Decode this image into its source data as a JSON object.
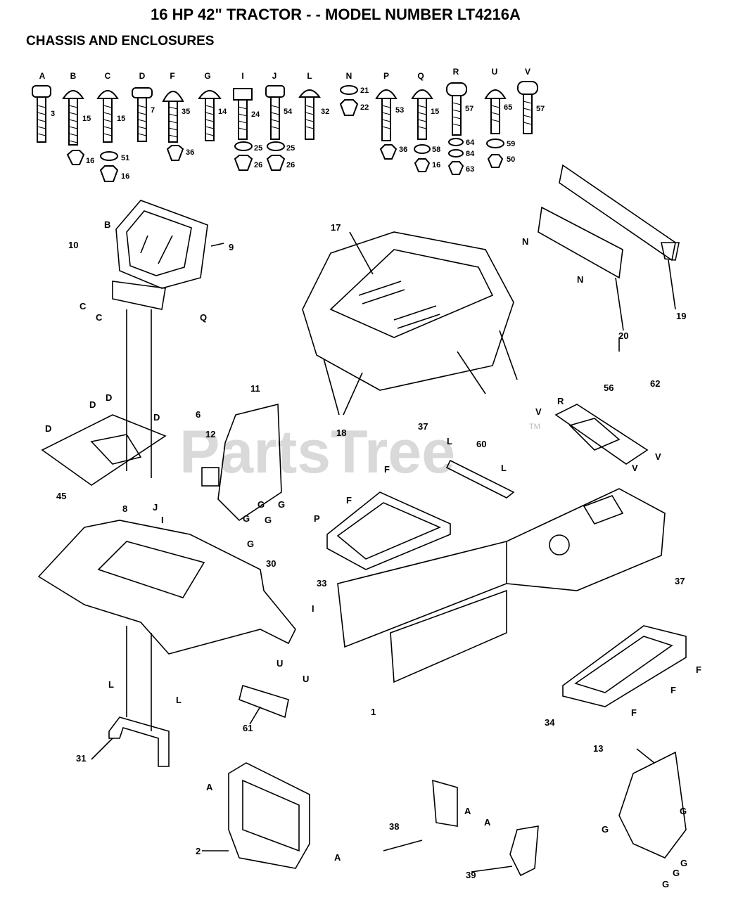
{
  "title": "16 HP 42\" TRACTOR - - MODEL NUMBER LT4216A",
  "subtitle": "CHASSIS AND ENCLOSURES",
  "watermark": "PartsTree",
  "trademark": "TM",
  "hardware": [
    {
      "letter": "A",
      "bolt_num": "3",
      "extras": []
    },
    {
      "letter": "B",
      "bolt_num": "15",
      "extras": [
        "16"
      ]
    },
    {
      "letter": "C",
      "bolt_num": "15",
      "extras": [
        "51",
        "16"
      ]
    },
    {
      "letter": "D",
      "bolt_num": "7",
      "extras": []
    },
    {
      "letter": "F",
      "bolt_num": "35",
      "extras": [
        "36"
      ]
    },
    {
      "letter": "G",
      "bolt_num": "14",
      "extras": []
    },
    {
      "letter": "I",
      "bolt_num": "24",
      "extras": [
        "25",
        "26"
      ]
    },
    {
      "letter": "J",
      "bolt_num": "54",
      "extras": [
        "25",
        "26"
      ]
    },
    {
      "letter": "L",
      "bolt_num": "32",
      "extras": []
    },
    {
      "letter": "N",
      "bolt_num": "21",
      "extras": [
        "22"
      ]
    },
    {
      "letter": "P",
      "bolt_num": "53",
      "extras": [
        "36"
      ]
    },
    {
      "letter": "Q",
      "bolt_num": "15",
      "extras": [
        "58",
        "16"
      ]
    },
    {
      "letter": "R",
      "bolt_num": "57",
      "extras": [
        "64",
        "84",
        "63"
      ]
    },
    {
      "letter": "U",
      "bolt_num": "65",
      "extras": [
        "59",
        "50"
      ]
    },
    {
      "letter": "V",
      "bolt_num": "57",
      "extras": []
    }
  ],
  "callouts": [
    "1",
    "2",
    "6",
    "8",
    "9",
    "10",
    "11",
    "12",
    "13",
    "17",
    "18",
    "19",
    "20",
    "30",
    "31",
    "33",
    "34",
    "37",
    "37",
    "38",
    "39",
    "45",
    "56",
    "60",
    "61",
    "62"
  ],
  "letter_marks": [
    "B",
    "C",
    "C",
    "Q",
    "D",
    "D",
    "D",
    "D",
    "N",
    "N",
    "R",
    "V",
    "V",
    "V",
    "L",
    "L",
    "F",
    "F",
    "P",
    "I",
    "J",
    "I",
    "L",
    "L",
    "U",
    "U",
    "G",
    "G",
    "G",
    "G",
    "G",
    "F",
    "F",
    "F",
    "A",
    "A",
    "A",
    "A",
    "G",
    "G",
    "G",
    "G",
    "G"
  ]
}
